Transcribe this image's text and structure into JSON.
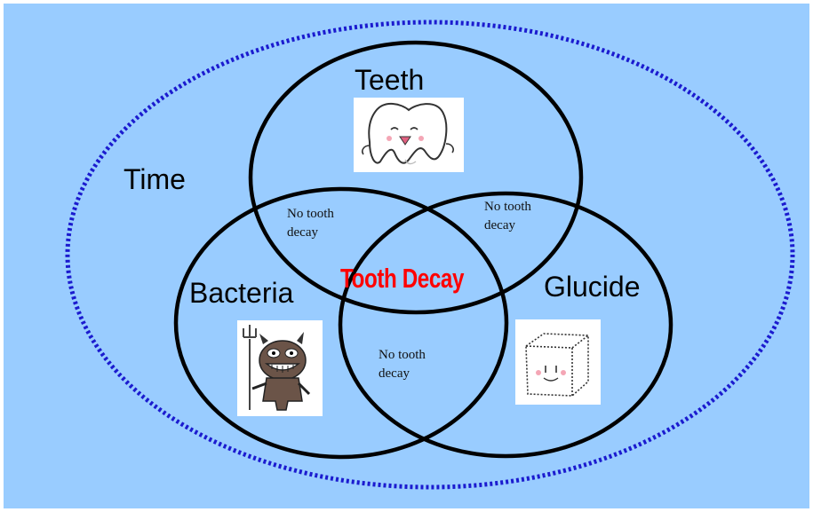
{
  "colors": {
    "background": "#99ccff",
    "outer_border": "#ffffff",
    "time_ellipse": "#1b1bcf",
    "circle_stroke": "#000000",
    "center_text": "#ff0000"
  },
  "sets": {
    "time": "Time",
    "teeth": "Teeth",
    "bacteria": "Bacteria",
    "glucide": "Glucide"
  },
  "regions": {
    "teeth_bacteria": "No tooth decay",
    "teeth_glucide": "No tooth decay",
    "bacteria_glucide": "No tooth decay",
    "center": "Tooth Decay"
  },
  "pictures": {
    "teeth": "smiling-tooth-icon",
    "bacteria": "devil-germ-icon",
    "glucide": "sugar-cube-icon"
  }
}
